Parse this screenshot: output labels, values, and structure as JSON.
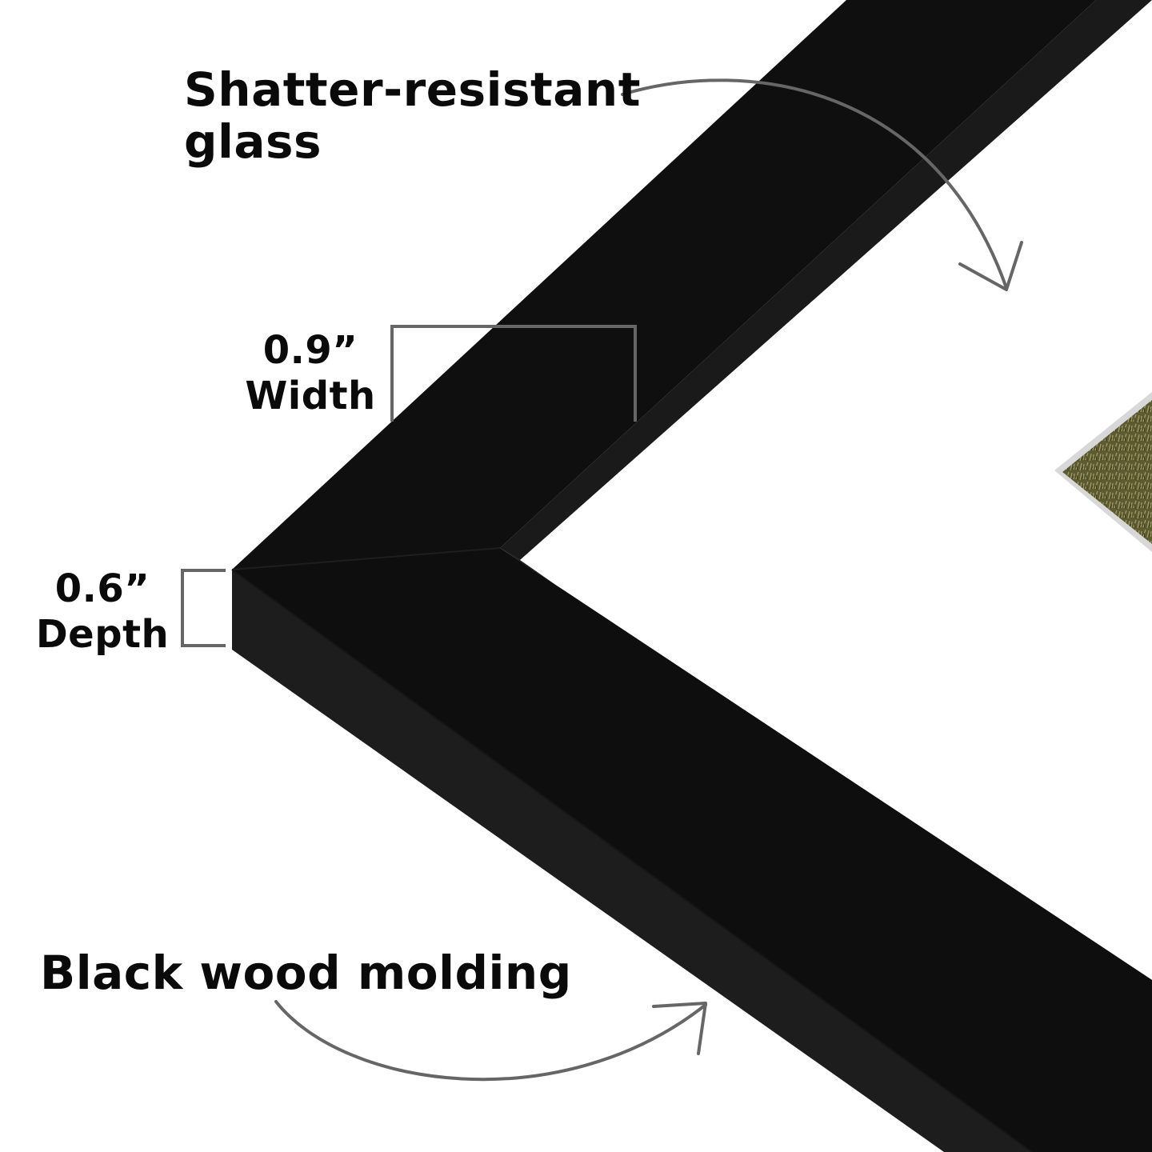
{
  "callouts": {
    "glass": {
      "line1": "Shatter-resistant",
      "line2": "glass",
      "arrow_icon": "curved-arrow-icon"
    },
    "width": {
      "value": "0.9”",
      "label": "Width",
      "bracket_icon": "dimension-bracket-icon"
    },
    "depth": {
      "value": "0.6”",
      "label": "Depth",
      "bracket_icon": "dimension-bracket-icon"
    },
    "molding": {
      "text": "Black wood molding",
      "arrow_icon": "curved-arrow-icon"
    }
  },
  "colors": {
    "background": "#ffffff",
    "frame_face": "#0f0f0f",
    "frame_side": "#1d1d1d",
    "frame_inner_edge": "#1a1a1a",
    "annotation_line": "#666666",
    "text": "#0a0a0a",
    "photo_grass": "#6b6a3c"
  }
}
